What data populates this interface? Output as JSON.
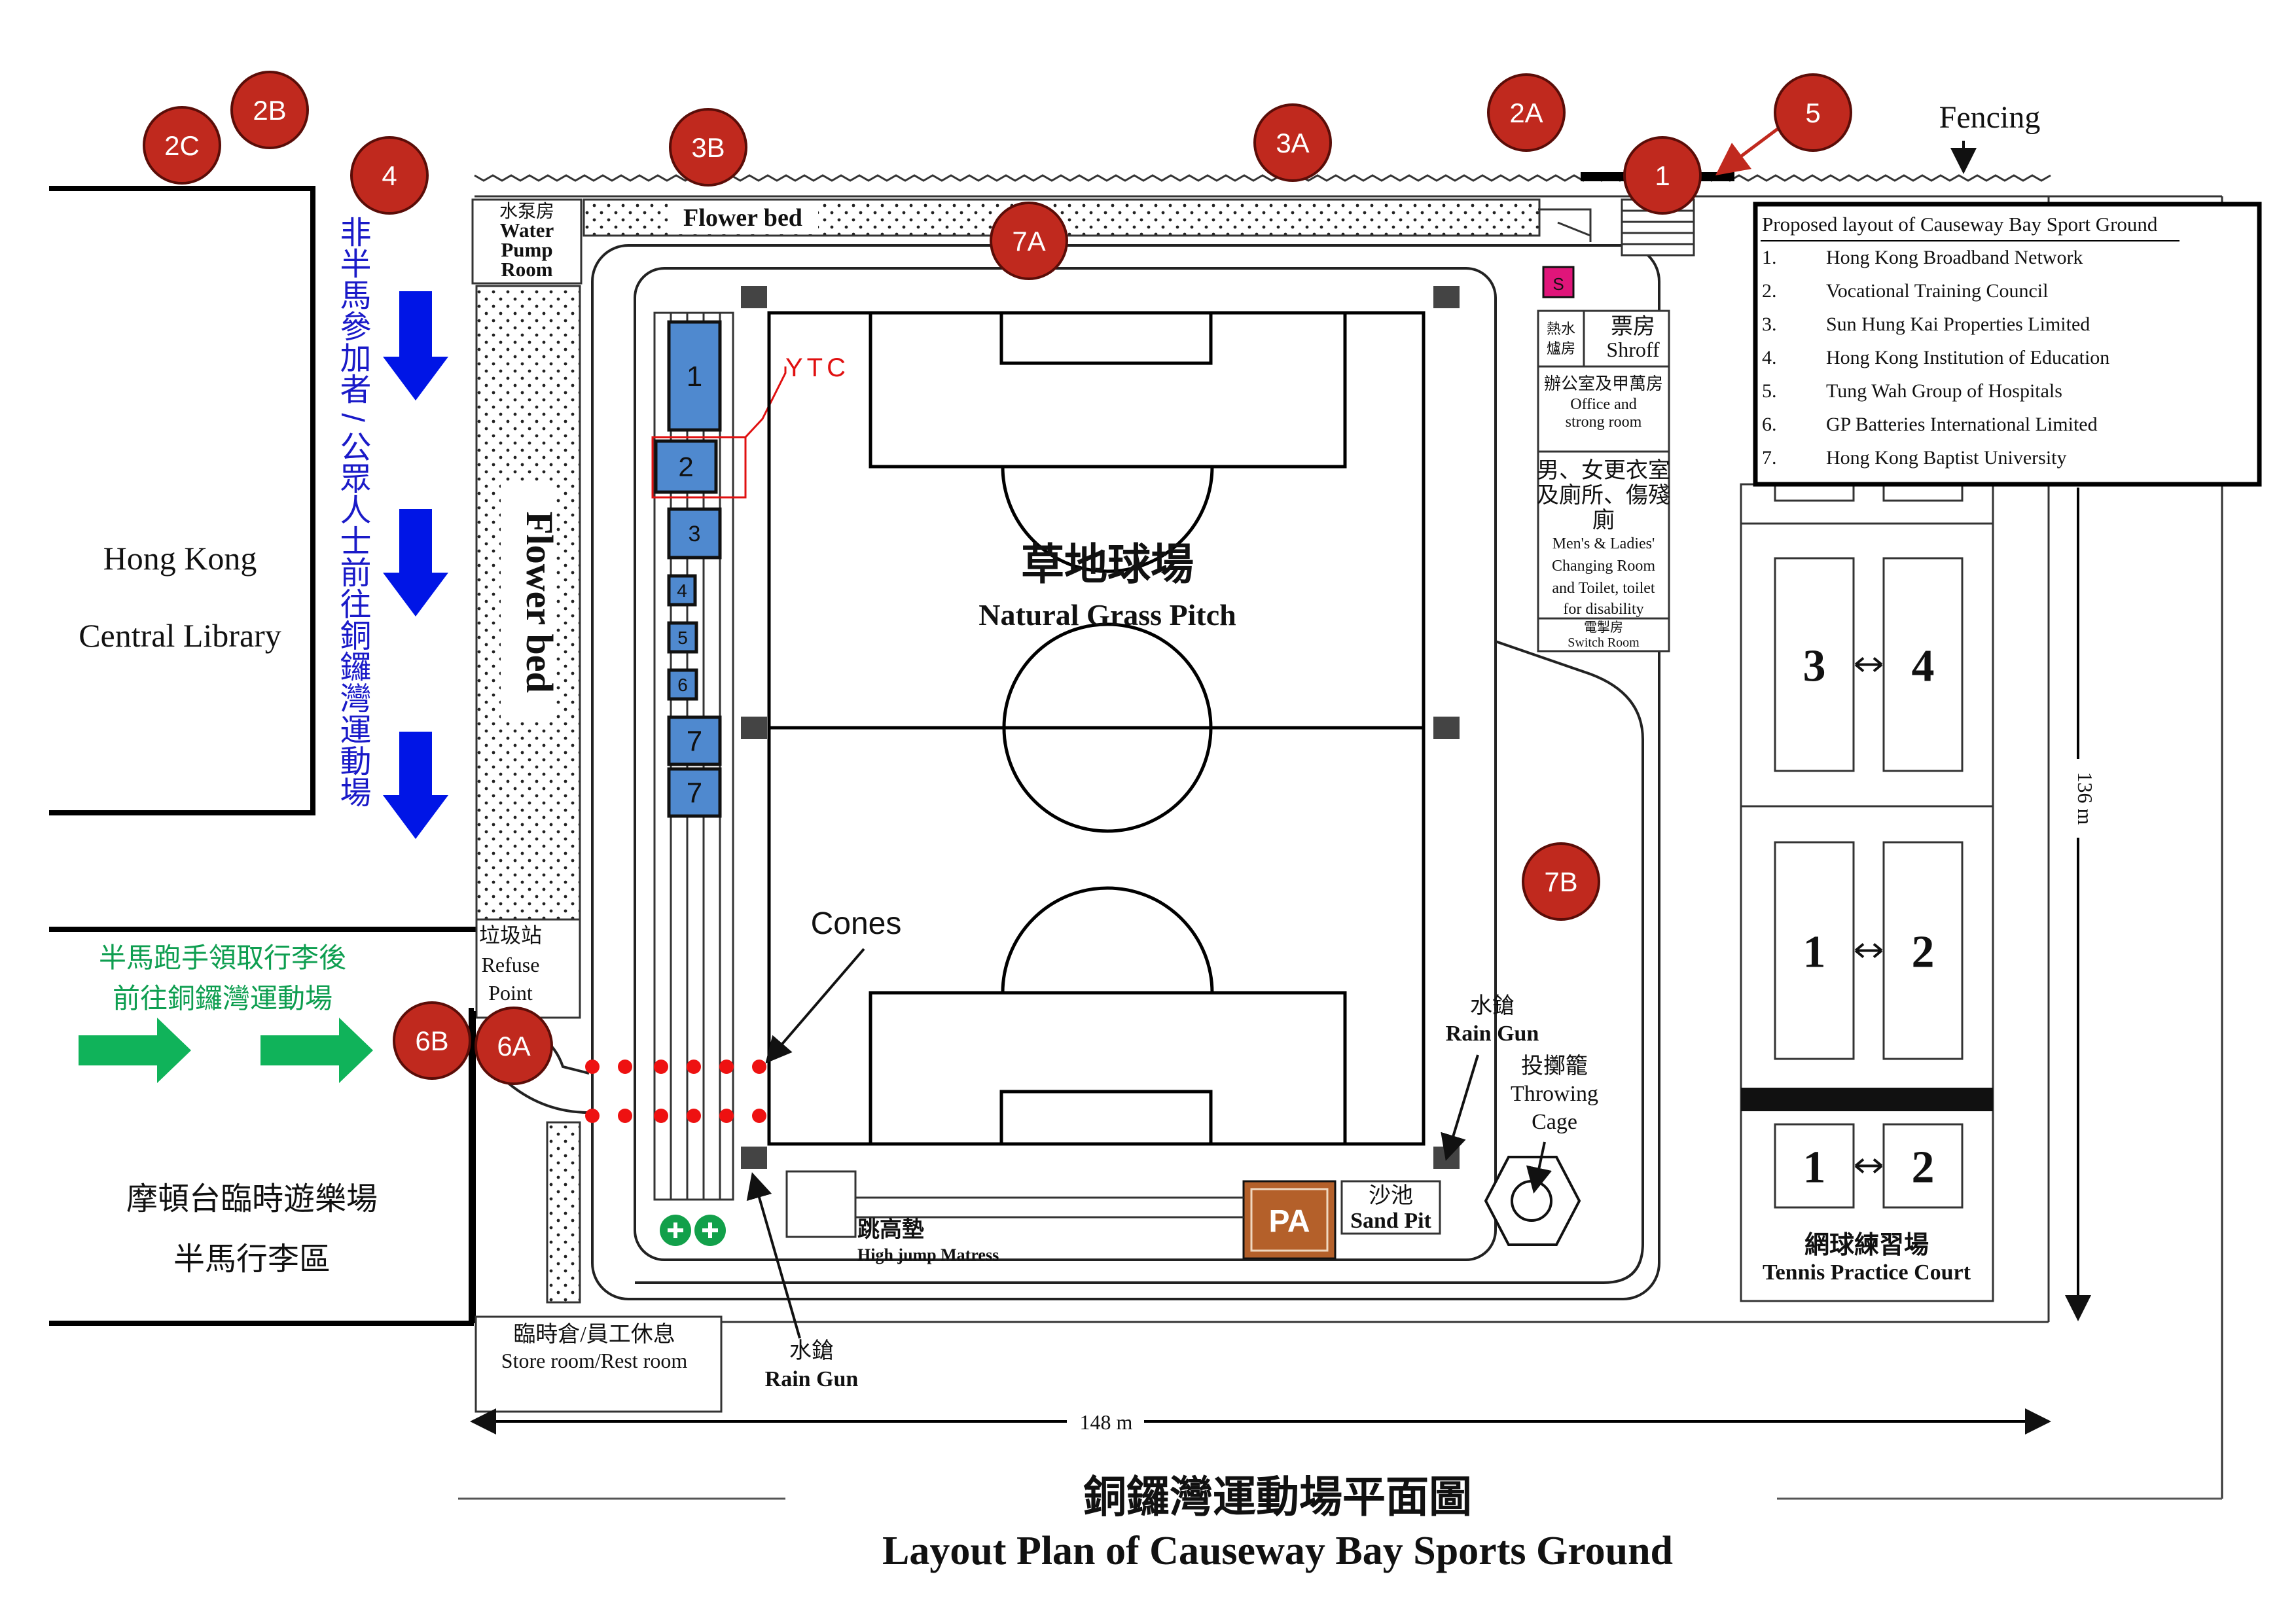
{
  "title_zh": "銅鑼灣運動場平面圖",
  "title_en": "Layout Plan of Causeway Bay Sports Ground",
  "fencing": "Fencing",
  "library": {
    "line1": "Hong Kong",
    "line2": "Central Library"
  },
  "non_marathon_text": "非半馬參加者 / 公眾人士前往銅鑼灣運動場",
  "runners_text": {
    "line1": "半馬跑手領取行李後",
    "line2": "前往銅鑼灣運動場"
  },
  "baggage_area": {
    "line1": "摩頓台臨時遊樂場",
    "line2": "半馬行李區"
  },
  "water_pump": {
    "zh": "水泵房",
    "en1": "Water",
    "en2": "Pump",
    "en3": "Room"
  },
  "flower_bed": "Flower bed",
  "refuse": {
    "zh": "垃圾站",
    "en1": "Refuse",
    "en2": "Point"
  },
  "store_room": {
    "zh": "臨時倉/員工休息",
    "en": "Store room/Rest room"
  },
  "pitch": {
    "zh": "草地球場",
    "en": "Natural Grass Pitch"
  },
  "shroff": {
    "zh": "票房",
    "en": "Shroff"
  },
  "boiler": {
    "zh1": "熱水",
    "zh2": "爐房"
  },
  "office": {
    "zh": "辦公室及甲萬房",
    "en1": "Office and",
    "en2": "strong room"
  },
  "changing": {
    "zh1": "男、女更衣室",
    "zh2": "及廁所、傷殘",
    "zh3": "廁",
    "en1": "Men's & Ladies'",
    "en2": "Changing Room",
    "en3": "and Toilet, toilet",
    "en4": "for disability"
  },
  "switch_room": {
    "zh": "電掣房",
    "en": "Switch Room"
  },
  "rain_gun": {
    "zh": "水鎗",
    "en": "Rain Gun"
  },
  "throwing_cage": {
    "zh": "投擲籠",
    "en1": "Throwing",
    "en2": "Cage"
  },
  "sand_pit": {
    "zh": "沙池",
    "en": "Sand Pit"
  },
  "high_jump": {
    "zh": "跳高墊",
    "en": "High jump Matress"
  },
  "pa": "PA",
  "s_badge": "S",
  "cones": "Cones",
  "ytc": "YTC",
  "tennis": {
    "zh": "網球練習場",
    "en": "Tennis Practice Court"
  },
  "tennis_courts": [
    "3",
    "4",
    "1",
    "2",
    "1",
    "2"
  ],
  "dim_width": "148 m",
  "dim_height": "136 m",
  "booths": [
    "1",
    "2",
    "3",
    "4",
    "5",
    "6",
    "7",
    "7"
  ],
  "markers": [
    "2C",
    "2B",
    "4",
    "3B",
    "3A",
    "2A",
    "1",
    "5",
    "7A",
    "7B",
    "6B",
    "6A"
  ],
  "legend": {
    "title": "Proposed layout of Causeway Bay Sport Ground",
    "items": [
      {
        "num": "1.",
        "name": "Hong Kong Broadband Network"
      },
      {
        "num": "2.",
        "name": "Vocational Training Council"
      },
      {
        "num": "3.",
        "name": "Sun Hung Kai Properties Limited"
      },
      {
        "num": "4.",
        "name": "Hong Kong Institution of Education"
      },
      {
        "num": "5.",
        "name": "Tung Wah Group of Hospitals"
      },
      {
        "num": "6.",
        "name": "GP Batteries International Limited"
      },
      {
        "num": "7.",
        "name": "Hong Kong Baptist University"
      }
    ]
  },
  "colors": {
    "marker": "#c0291e",
    "booth": "#4f89cf",
    "blue_arrow": "#0015e6",
    "green_arrow": "#10b35a",
    "green_text": "#0e9e50",
    "blue_text": "#1a1ac8",
    "pa_fill": "#b4602a",
    "s_fill": "#e0157a",
    "cone_dot": "#ee1111"
  }
}
